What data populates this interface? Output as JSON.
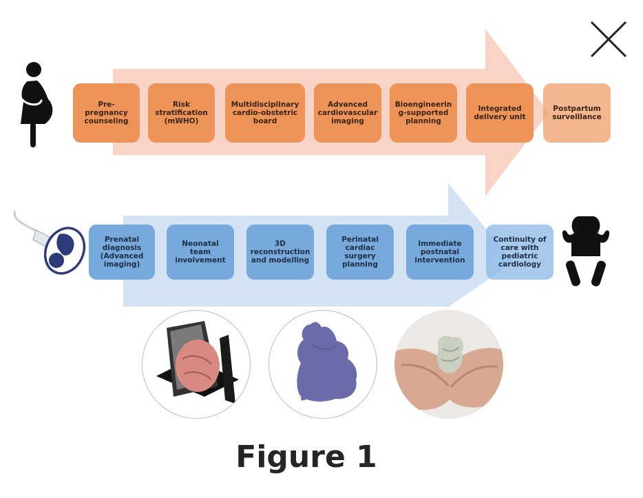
{
  "window": {
    "close_icon": "close-icon"
  },
  "maternal_pathway": {
    "start_icon": "pregnant-woman-icon",
    "color": "#ef9458",
    "arrow_color": "#f8d3c6",
    "steps": [
      {
        "label": "Pre-pregnancy counseling"
      },
      {
        "label": "Risk stratification (mWHO)"
      },
      {
        "label": "Multidisciplinary cardio-obstetric board"
      },
      {
        "label": "Advanced cardiovascular imaging"
      },
      {
        "label": "Bioengineerin g-supported planning"
      },
      {
        "label": "Integrated delivery unit"
      },
      {
        "label": "Postpartum surveillance"
      }
    ]
  },
  "fetal_pathway": {
    "start_icon": "fetal-ultrasound-icon",
    "end_icon": "baby-icon",
    "color": "#77a9dc",
    "arrow_color": "#d3e3f3",
    "steps": [
      {
        "label": "Prenatal diagnosis (Advanced imaging)"
      },
      {
        "label": "Neonatal team involvement"
      },
      {
        "label": "3D reconstruction and modelling"
      },
      {
        "label": "Perinatal cardiac surgery planning"
      },
      {
        "label": "Immediate postnatal intervention"
      },
      {
        "label": "Continuity of care with pediatric cardiology"
      }
    ]
  },
  "images": [
    {
      "name": "ct-multiplanar-heart-image"
    },
    {
      "name": "3d-heart-reconstruction-image"
    },
    {
      "name": "3d-printed-heart-model-in-hands-image"
    }
  ],
  "caption": "Figure 1"
}
